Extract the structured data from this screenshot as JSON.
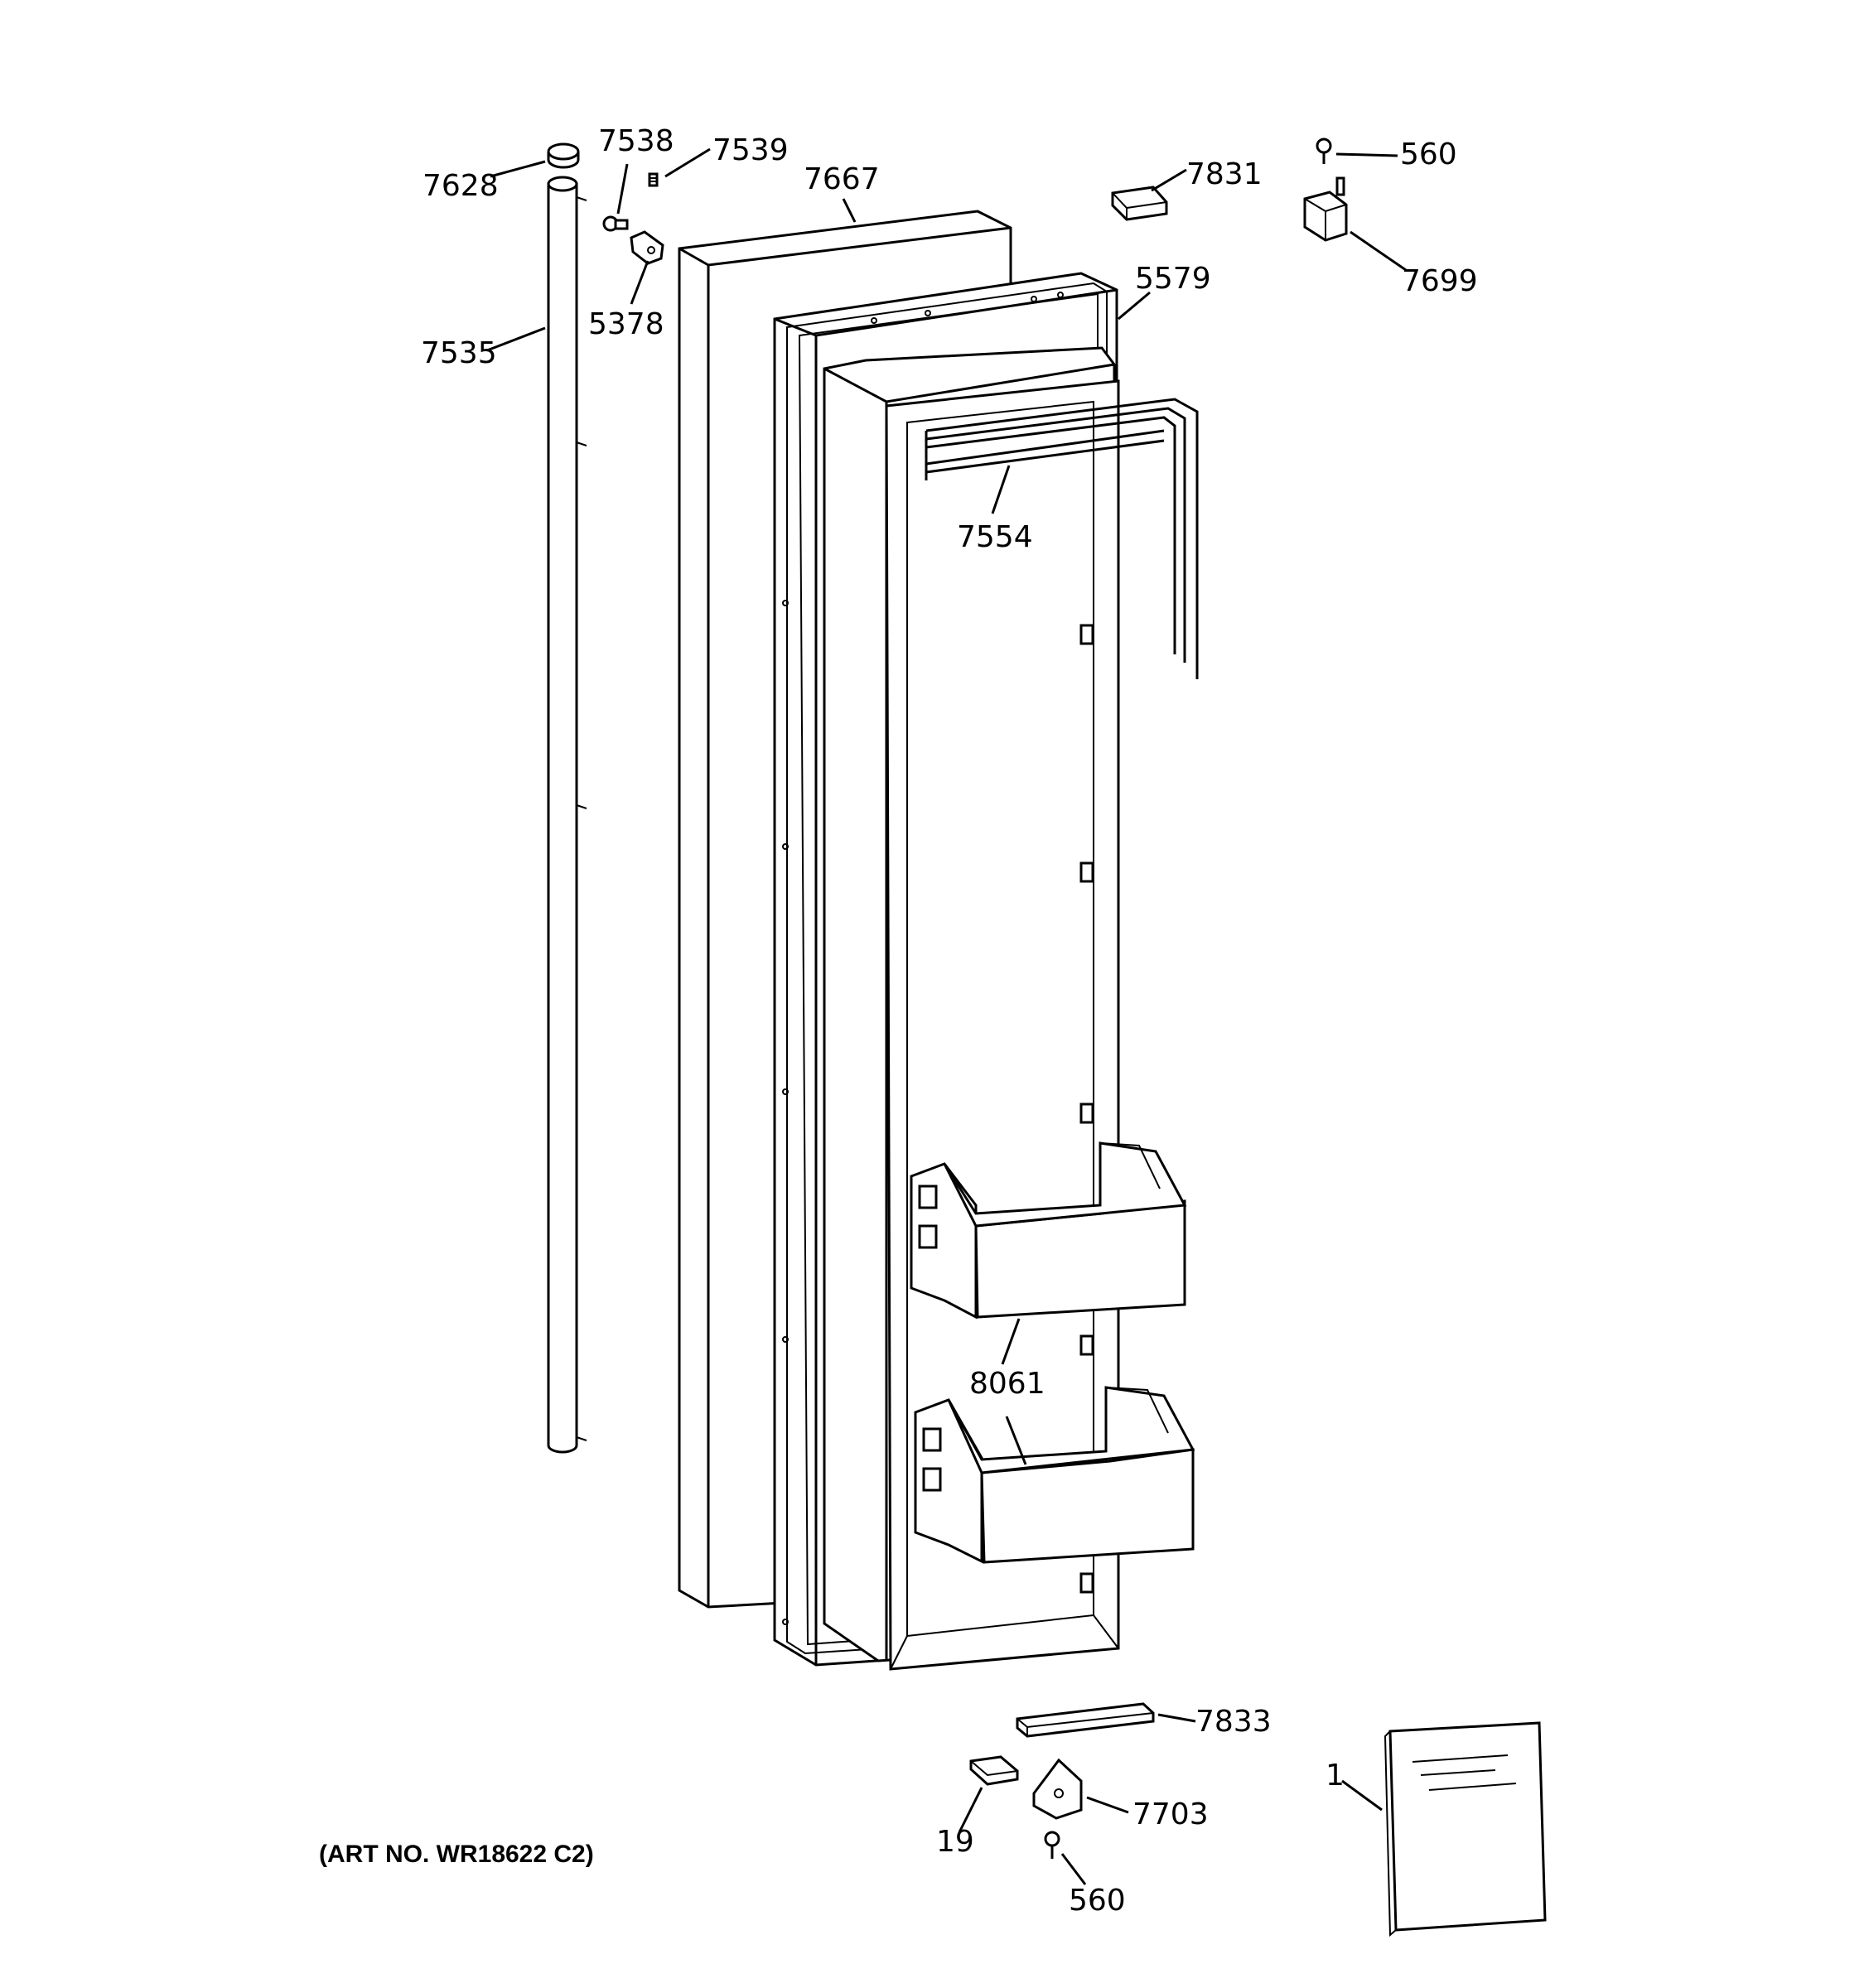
{
  "labels": {
    "7628": "7628",
    "7538": "7538",
    "7539": "7539",
    "7667": "7667",
    "7831": "7831",
    "560_top": "560",
    "5579": "5579",
    "7699": "7699",
    "5378": "5378",
    "7535": "7535",
    "7554": "7554",
    "8061": "8061",
    "7833": "7833",
    "1": "1",
    "7703": "7703",
    "19": "19",
    "560_bottom": "560"
  },
  "art_number": "(ART NO. WR18622 C2)"
}
